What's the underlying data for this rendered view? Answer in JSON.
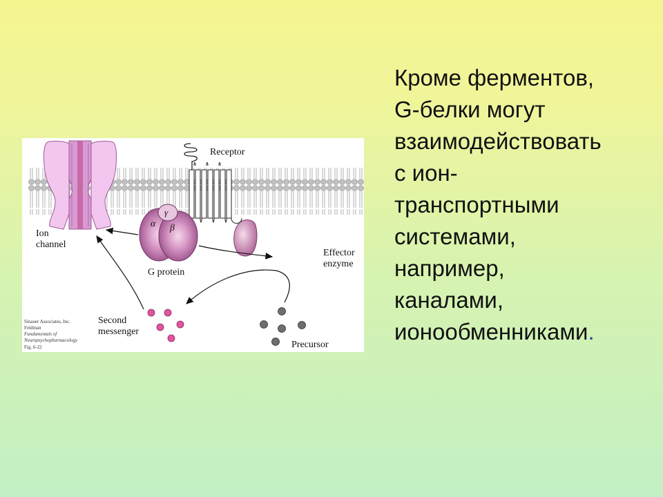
{
  "slide": {
    "text_lines": [
      "Кроме ферментов,",
      "G-белки могут",
      "взаимодействовать",
      "с ион-",
      "транспортными",
      "системами,",
      "например,",
      "каналами,",
      "ионообменниками"
    ],
    "final_period": "."
  },
  "diagram": {
    "labels": {
      "receptor": "Receptor",
      "ion_channel_1": "Ion",
      "ion_channel_2": "channel",
      "g_protein": "G protein",
      "effector_1": "Effector",
      "effector_2": "enzyme",
      "second_messenger_1": "Second",
      "second_messenger_2": "messenger",
      "precursor": "Precursor",
      "alpha": "α",
      "beta": "β",
      "gamma": "γ"
    },
    "credit": [
      "Sinauer Associates, Inc.",
      "Feldman",
      "Fundamentals of",
      "Neuropsychopharmacology",
      "Fig. 6-22"
    ],
    "colors": {
      "membrane_head": "#bfbfbf",
      "ion_channel": "#f3c6f0",
      "ion_channel_pore": "#c86aa8",
      "g_protein": "#c47ab2",
      "second_messenger_dot": "#e0559e",
      "precursor_dot": "#6e6e6e"
    }
  }
}
